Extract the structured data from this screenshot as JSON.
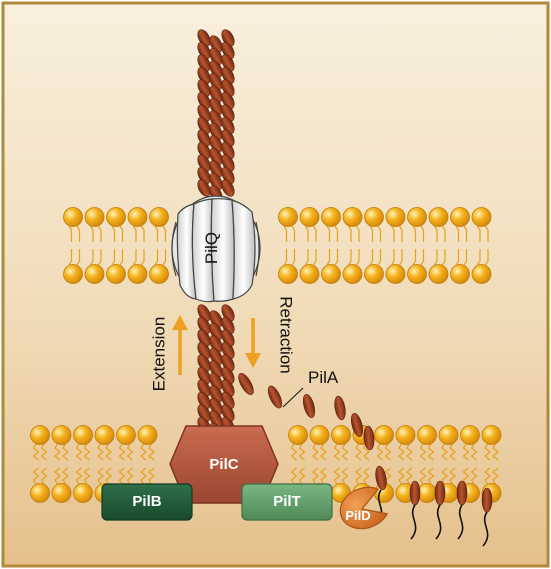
{
  "labels": {
    "piiq": "PilQ",
    "extension": "Extension",
    "retraction": "Retraction",
    "pila": "PilA",
    "pilc": "PilC",
    "pilb": "PilB",
    "pilt": "PilT",
    "pild": "PilD"
  },
  "colors": {
    "background_top": "#f7ecd8",
    "background_bottom": "#e7c796",
    "frame_border": "#b08a3a",
    "lipid_head": "#f2a515",
    "lipid_tail": "#f2a515",
    "pilus": "#8e3a20",
    "arrow": "#f0a020",
    "pilc": "#b0553b",
    "pilb": "#1f5a38",
    "pilt": "#5f9b68",
    "pild": "#d97a28",
    "piiq_fill": "#f1f1f1",
    "pila_subunit": "#a0441f"
  },
  "icons": {
    "lipid_head": "circle",
    "pilus_subunit": "ellipse",
    "piiq": "barrel",
    "pilc": "hexagon"
  }
}
